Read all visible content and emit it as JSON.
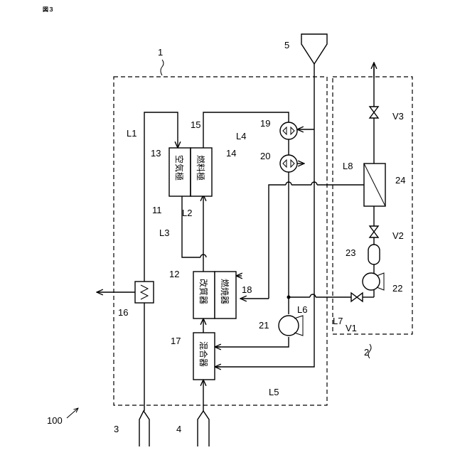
{
  "figure_label": "図３",
  "components": {
    "cathode": "空気極",
    "anode": "燃料極",
    "reformer": "改質器",
    "combustor": "燃焼器",
    "mixer": "混合器"
  },
  "refs": {
    "r1": "1",
    "r2": "2",
    "r3": "3",
    "r4": "4",
    "r5": "5",
    "r11": "11",
    "r12": "12",
    "r13": "13",
    "r14": "14",
    "r15": "15",
    "r16": "16",
    "r17": "17",
    "r18": "18",
    "r19": "19",
    "r20": "20",
    "r21": "21",
    "r22": "22",
    "r23": "23",
    "r24": "24",
    "r100": "100"
  },
  "lines": {
    "L1": "L1",
    "L2": "L2",
    "L3": "L3",
    "L4": "L4",
    "L5": "L5",
    "L6": "L6",
    "L7": "L7",
    "L8": "L8"
  },
  "valves": {
    "V1": "V1",
    "V2": "V2",
    "V3": "V3"
  }
}
